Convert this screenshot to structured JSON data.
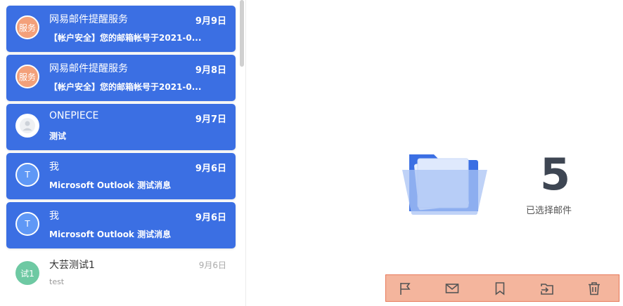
{
  "mail_list": [
    {
      "avatar_text": "服务",
      "sender": "网易邮件提醒服务",
      "date": "9月9日",
      "preview": "【帐户安全】您的邮箱帐号于2021-0...",
      "selected": true
    },
    {
      "avatar_text": "服务",
      "sender": "网易邮件提醒服务",
      "date": "9月8日",
      "preview": "【帐户安全】您的邮箱帐号于2021-0...",
      "selected": true
    },
    {
      "avatar_text": "",
      "sender": "ONEPIECE",
      "date": "9月7日",
      "preview": "测试",
      "selected": true
    },
    {
      "avatar_text": "T",
      "sender": "我",
      "date": "9月6日",
      "preview": "Microsoft Outlook 测试消息",
      "selected": true
    },
    {
      "avatar_text": "T",
      "sender": "我",
      "date": "9月6日",
      "preview": "Microsoft Outlook 测试消息",
      "selected": true
    },
    {
      "avatar_text": "试1",
      "sender": "大芸测试1",
      "date": "9月6日",
      "preview": "test",
      "selected": false
    }
  ],
  "selection": {
    "count": "5",
    "label": "已选择邮件"
  },
  "toolbar": {
    "icons": [
      "flag-icon",
      "mail-icon",
      "bookmark-icon",
      "move-icon",
      "trash-icon"
    ]
  },
  "colors": {
    "selected_bg": "#3b6fe3",
    "count_text": "#3e4653",
    "toolbar_highlight": "#f4b59d"
  }
}
